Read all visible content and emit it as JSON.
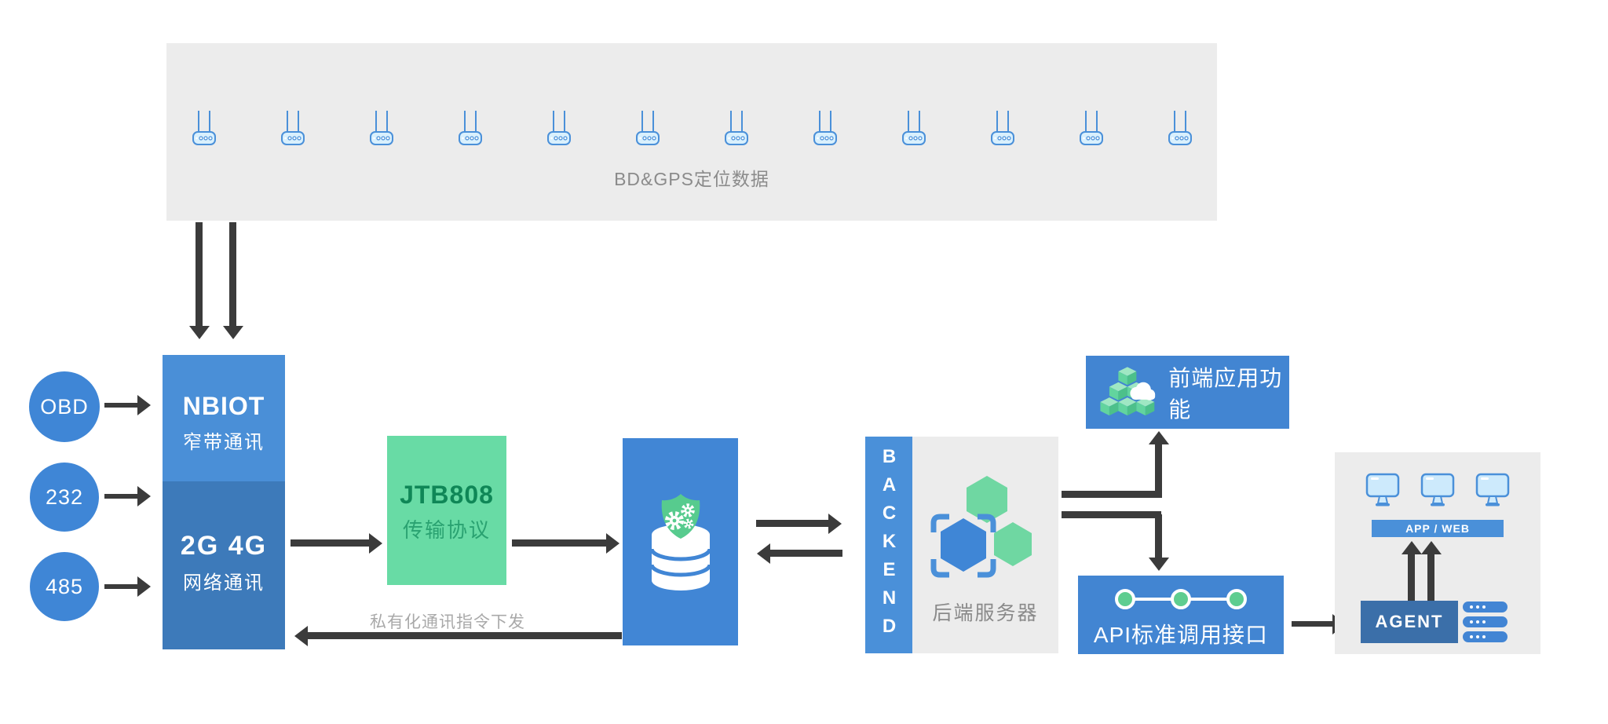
{
  "colors": {
    "panel_gray": "#ececec",
    "primary_blue": "#4285d2",
    "light_blue": "#4a90d9",
    "muted_blue": "#3d7aba",
    "dark_blue": "#3b6fa9",
    "circle_blue": "#3f86d6",
    "green_box": "#68dba5",
    "icon_green": "#5ecd90",
    "arrow_dark": "#3b3b3b",
    "gray_text": "#8b8b8b"
  },
  "top_panel": {
    "label": "BD&GPS定位数据",
    "router_count": 12,
    "icon": "router-icon"
  },
  "inputs": [
    {
      "label": "OBD"
    },
    {
      "label": "232"
    },
    {
      "label": "485"
    }
  ],
  "gateway": {
    "nbiot_title": "NBIOT",
    "nbiot_subtitle": "窄带通讯",
    "cellular_title": "2G 4G",
    "cellular_subtitle": "网络通讯"
  },
  "protocol": {
    "title": "JTB808",
    "subtitle": "传输协议"
  },
  "storage": {
    "icon": "shield-gears-database-icon"
  },
  "downlink_label": "私有化通讯指令下发",
  "backend": {
    "vertical_label": "BACKEND",
    "caption": "后端服务器",
    "icon": "hexagon-cluster-icon"
  },
  "frontend": {
    "label": "前端应用功能",
    "icon": "cubes-cloud-icon"
  },
  "api": {
    "label": "API标准调用接口",
    "icon": "api-nodes-icon"
  },
  "client": {
    "bar_label": "APP / WEB",
    "agent_label": "AGENT",
    "monitor_icon": "monitor-icon",
    "server_icon": "server-rack-icon"
  }
}
